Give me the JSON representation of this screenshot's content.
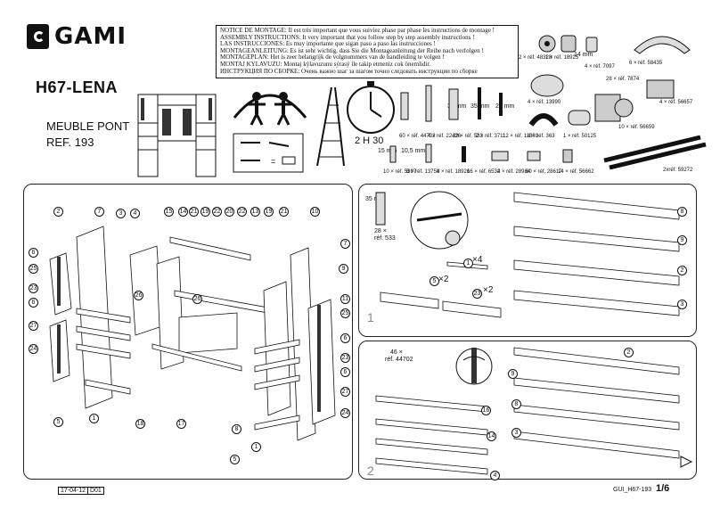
{
  "brand": {
    "name": "GAMI"
  },
  "product": {
    "model": "H67-LENA",
    "type": "MEUBLE PONT",
    "ref": "REF. 193"
  },
  "notice": [
    "NOTICE DE MONTAGE: Il est très important que vous suiviez phase par phase les instructions de montage !",
    "ASSEMBLY INSTRUCTIONS: It very important that you follow step by step assembly instructions !",
    "LAS INSTRUCCIONES: Es muy importante que sigan paso a paso las instrucciones !",
    "MONTAGEANLEITUNG: Es ist sehr wichtig, dass Sie die Montageanleitung der Reihe nach verfolgen !",
    "MONTAGEPLAN: Het is zeer belangrijk de volgnummers van de handleiding te volgen !",
    "MONTAJ KYLAVUZU: Montaj kýlavuzunu sýrasý ile takip etmeniz cok önemlidir.",
    "ИНСТРУКЦИЯ ПО СБОРКЕ: Очень важно шаг за шагом точно следовать инструкции по сборке"
  ],
  "assembly_time": "2 H 30",
  "hardware": [
    {
      "qty": "2 ×",
      "ref": "réf. 48328"
    },
    {
      "qty": "1 ×",
      "ref": "réf. 18925"
    },
    {
      "qty": "4 ×",
      "ref": "réf. 7097"
    },
    {
      "qty": "6 ×",
      "ref": "réf. 58435"
    },
    {
      "qty": "4 ×",
      "ref": "réf. 13990"
    },
    {
      "qty": "28 ×",
      "ref": "réf. 7874"
    },
    {
      "qty": "4 ×",
      "ref": "réf. 56657"
    },
    {
      "qty": "60 ×",
      "ref": "réf. 44702"
    },
    {
      "qty": "4 ×",
      "ref": "réf. 22426"
    },
    {
      "qty": "28 ×",
      "ref": "réf. 533"
    },
    {
      "qty": "2 ×",
      "ref": "réf. 3711"
    },
    {
      "qty": "12 ×",
      "ref": "réf. 11303"
    },
    {
      "qty": "4 ×",
      "ref": "réf. 363"
    },
    {
      "qty": "1 ×",
      "ref": "réf. 50125"
    },
    {
      "qty": "10 ×",
      "ref": "réf. 56659"
    },
    {
      "qty": "10 ×",
      "ref": "réf. 5397"
    },
    {
      "qty": "8 ×",
      "ref": "réf. 13758"
    },
    {
      "qty": "4 ×",
      "ref": "réf. 18926"
    },
    {
      "qty": "16 ×",
      "ref": "réf. 6532"
    },
    {
      "qty": "4 ×",
      "ref": "réf. 28984"
    },
    {
      "qty": "60 ×",
      "ref": "réf. 28617"
    },
    {
      "qty": "14 ×",
      "ref": "réf. 56662"
    },
    {
      "qty": "2xréf:",
      "ref": "59272"
    }
  ],
  "dims": [
    "14 mm",
    "35 mm",
    "35 mm",
    "22 mm",
    "15 mm",
    "10,5 mm",
    "35 mm"
  ],
  "step1": {
    "number": "1",
    "dowel_qty": "28 ×",
    "dowel_ref": "réf. 533",
    "mult_a": "×4",
    "mult_b": "×2",
    "mult_c": "×2",
    "parts": [
      "8",
      "9",
      "2",
      "3",
      "1",
      "5",
      "23"
    ]
  },
  "step2": {
    "number": "2",
    "qty": "46 ×",
    "ref": "réf. 44702",
    "parts": [
      "2",
      "16",
      "14",
      "4",
      "9",
      "8",
      "3"
    ]
  },
  "exploded_parts": [
    "2",
    "7",
    "3",
    "4",
    "15",
    "14",
    "21",
    "19",
    "22",
    "20",
    "22",
    "13",
    "19",
    "21",
    "10",
    "6",
    "25",
    "23",
    "6",
    "27",
    "24",
    "26",
    "26",
    "11",
    "25",
    "7",
    "9",
    "6",
    "23",
    "6",
    "27",
    "24",
    "5",
    "1",
    "18",
    "17",
    "8",
    "5",
    "1"
  ],
  "footer": {
    "date": "17-04-12",
    "rev": "D01",
    "code": "GUI_H67-193",
    "page": "1/6"
  }
}
